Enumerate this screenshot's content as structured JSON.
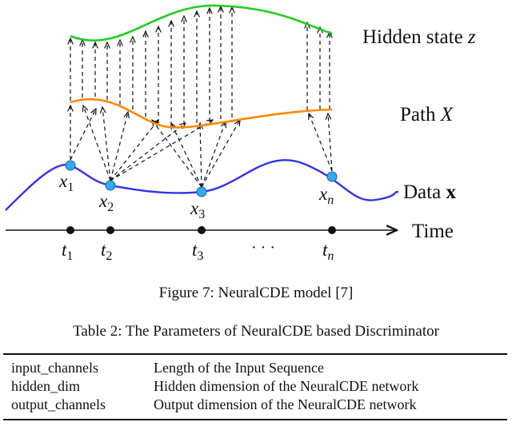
{
  "figure": {
    "labels": {
      "hidden_text": "Hidden state ",
      "hidden_var": "z",
      "path_text": "Path ",
      "path_var": "X",
      "data_text": "Data ",
      "data_var": "x",
      "time": "Time",
      "ellipsis": "· · ·"
    },
    "data_points": [
      {
        "base": "x",
        "sub": "1"
      },
      {
        "base": "x",
        "sub": "2"
      },
      {
        "base": "x",
        "sub": "3"
      },
      {
        "base": "x",
        "sub": "n"
      }
    ],
    "times": [
      {
        "base": "t",
        "sub": "1"
      },
      {
        "base": "t",
        "sub": "2"
      },
      {
        "base": "t",
        "sub": "3"
      },
      {
        "base": "t",
        "sub": "n"
      }
    ],
    "colors": {
      "hidden": "#22cc22",
      "path": "#ff8800",
      "data": "#3333ee",
      "point": "#33aaee"
    }
  },
  "figure_caption": "Figure 7: NeuralCDE model [7]",
  "table_caption": "Table 2: The Parameters of NeuralCDE based Discriminator",
  "table": {
    "rows": [
      {
        "name": "input_channels",
        "desc": "Length of the Input Sequence"
      },
      {
        "name": "hidden_dim",
        "desc": "Hidden dimension of the NeuralCDE network"
      },
      {
        "name": "output_channels",
        "desc": "Output dimension of the NeuralCDE network"
      }
    ]
  }
}
